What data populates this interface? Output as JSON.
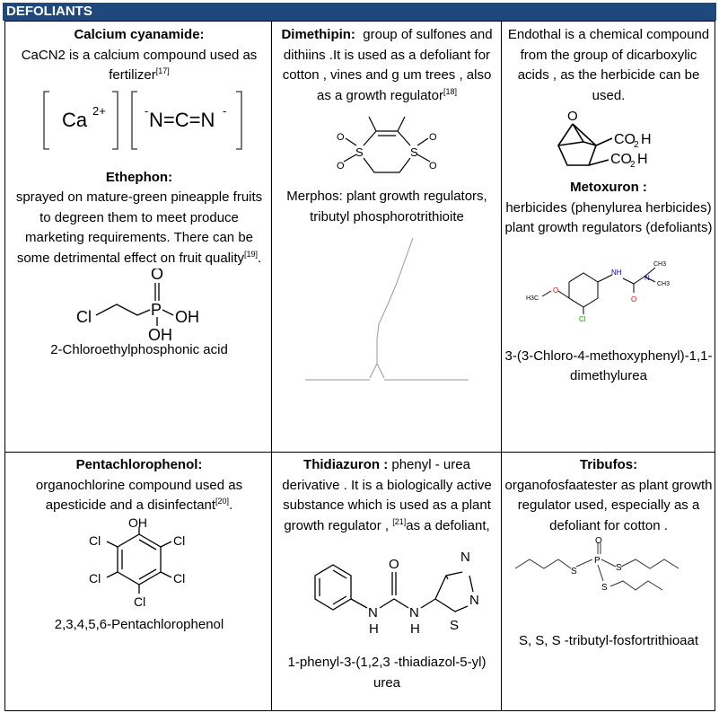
{
  "header": {
    "title": "DEFOLIANTS"
  },
  "cells": {
    "calcium": {
      "title": "Calcium cyanamide:",
      "text": "CaCN2 is a calcium compound used as fertilizer",
      "ref": "[17]",
      "ion1": "Ca",
      "ion1_charge": "2+",
      "ion2": "N=C=N",
      "minus": "-"
    },
    "ethephon": {
      "title": "Ethephon:",
      "text": "sprayed on mature-green pineapple fruits to degreen them to meet produce marketing requirements. There can be some detrimental effect on fruit quality",
      "ref": "[19]",
      "after": ".",
      "caption": "2-Chloroethylphosphonic acid",
      "labels": {
        "o": "O",
        "p": "P",
        "oh1": "OH",
        "oh2": "OH",
        "cl": "Cl"
      }
    },
    "dimethipin": {
      "title": "Dimethipin:",
      "text": "group of sulfones and dithiins .It is used as a defoliant for cotton , vines and g um trees , also as a growth regulator",
      "ref": "[18]",
      "labels": {
        "s": "S",
        "o": "O"
      }
    },
    "merphos": {
      "caption": "Merphos: plant growth regulators, tributyl phosphorotrithioite"
    },
    "endothal": {
      "text": "Endothal is a chemical compound from the group of dicarboxylic acids , as the herbicide can be used.",
      "labels": {
        "o": "O",
        "co2h": "CO",
        "h": "H",
        "two": "2"
      }
    },
    "metoxuron": {
      "title": "Metoxuron :",
      "text1": "herbicides (phenylurea herbicides)",
      "text2": "plant growth regulators (defoliants)",
      "caption": "3-(3-Chloro-4-methoxyphenyl)-1,1-dimethylurea",
      "labels": {
        "nh": "NH",
        "o": "O",
        "cl": "Cl",
        "ch3": "CH3",
        "n": "N",
        "h3c": "H3C"
      }
    },
    "pcp": {
      "title": "Pentachlorophenol:",
      "text": "organochlorine compound used as apesticide and a disinfectant",
      "ref": "[20]",
      "after": ".",
      "caption": "2,3,4,5,6-Pentachlorophenol",
      "labels": {
        "oh": "OH",
        "cl": "Cl"
      }
    },
    "thidiazuron": {
      "title": "Thidiazuron :",
      "text": "phenyl - urea derivative . It is a biologically active substance which is used as a plant growth regulator ,",
      "ref": "[21]",
      "text2": "as a defoliant,",
      "caption": "1-phenyl-3-(1,2,3 -thiadiazol-5-yl) urea",
      "labels": {
        "o": "O",
        "n": "N",
        "h": "H",
        "s": "S"
      }
    },
    "tribufos": {
      "title": "Tribufos:",
      "text": "organofosfaatester as plant growth regulator used, especially as a defoliant for cotton .",
      "caption": "S, S, S -tributyl-fosfortrithioaat",
      "labels": {
        "o": "O",
        "p": "P",
        "s": "S"
      }
    }
  }
}
